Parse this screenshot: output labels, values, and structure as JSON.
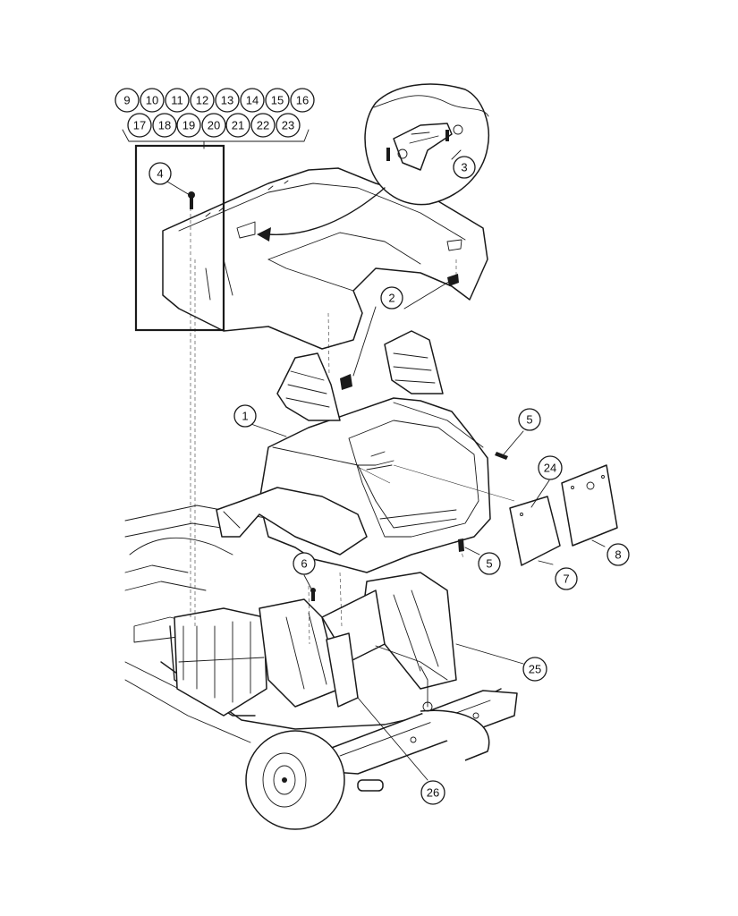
{
  "callouts": {
    "c1": "1",
    "c2": "2",
    "c3": "3",
    "c4": "4",
    "c5a": "5",
    "c5b": "5",
    "c6": "6",
    "c7": "7",
    "c8": "8",
    "c9": "9",
    "c10": "10",
    "c11": "11",
    "c12": "12",
    "c13": "13",
    "c14": "14",
    "c15": "15",
    "c16": "16",
    "c17": "17",
    "c18": "18",
    "c19": "19",
    "c20": "20",
    "c21": "21",
    "c22": "22",
    "c23": "23",
    "c24": "24",
    "c25": "25",
    "c26": "26"
  }
}
